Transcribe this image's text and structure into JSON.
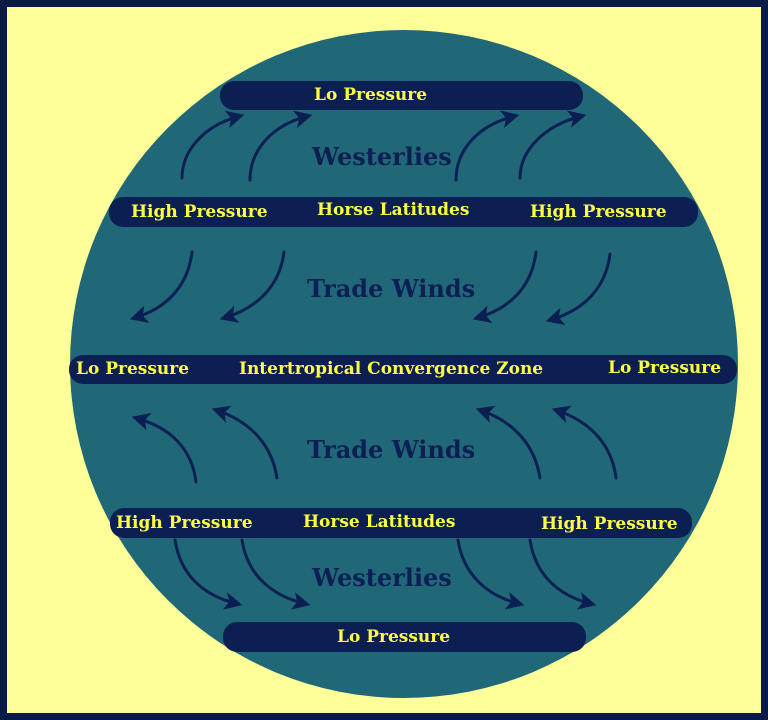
{
  "diagram": {
    "bands": {
      "top": {
        "label": "Lo Pressure"
      },
      "north_high": {
        "left": "High Pressure",
        "center": "Horse Latitudes",
        "right": "High Pressure"
      },
      "itcz": {
        "left": "Lo Pressure",
        "center": "Intertropical Convergence Zone",
        "right": "Lo Pressure"
      },
      "south_high": {
        "left": "High Pressure",
        "center": "Horse Latitudes",
        "right": "High Pressure"
      },
      "bottom": {
        "label": "Lo Pressure"
      }
    },
    "winds": {
      "north_westerlies": "Westerlies",
      "north_trades": "Trade Winds",
      "south_trades": "Trade Winds",
      "south_westerlies": "Westerlies"
    },
    "colors": {
      "background": "#ffff99",
      "globe": "#206878",
      "band": "#0c1f52",
      "label": "#ffff44",
      "arrow": "#0c1f52"
    }
  }
}
